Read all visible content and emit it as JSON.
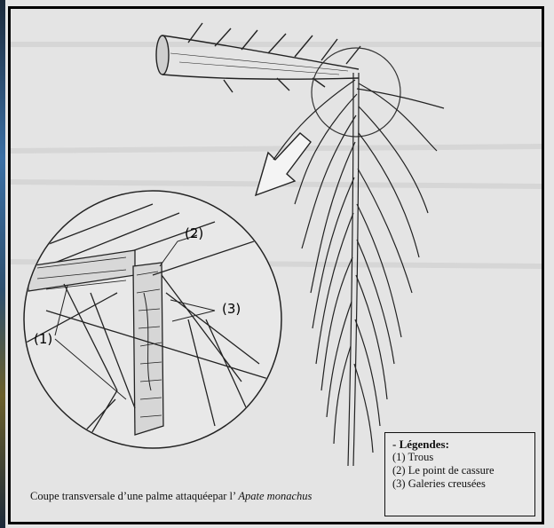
{
  "diagram": {
    "labels": {
      "holes_marker": "(1)",
      "break_marker": "(2)",
      "galleries_marker": "(3)"
    },
    "caption": {
      "text": "Coupe transversale d’une palme attaquéepar l’ ",
      "species": "Apate monachus"
    },
    "legend": {
      "title": "- Légendes:",
      "items": [
        "(1) Trous",
        "(2) Le point de cassure",
        "(3) Galeries creusées"
      ]
    }
  }
}
